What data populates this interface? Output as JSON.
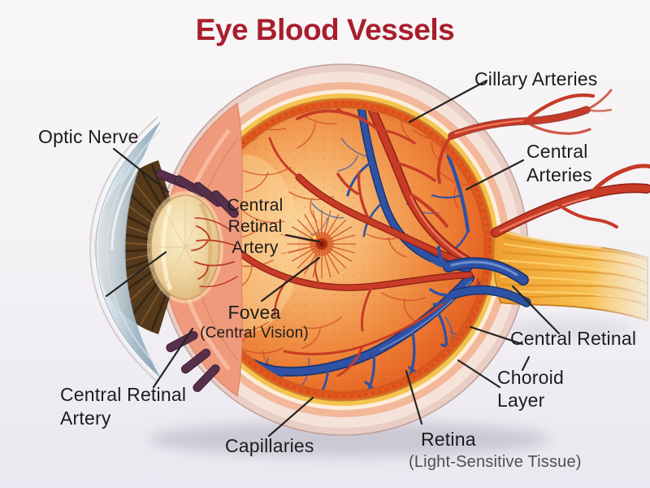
{
  "title": {
    "text": "Eye Blood Vessels",
    "color": "#a91e2d"
  },
  "labels": {
    "ciliary_arteries": "Cillary Arteries",
    "central_arteries": [
      "Central",
      "Arteries"
    ],
    "optic_nerve": "Optic Nerve",
    "central_retinal_artery_center": [
      "Central",
      "Retinal",
      "Artery"
    ],
    "fovea": [
      "Fovea",
      "(Central Vision)"
    ],
    "central_retinal_right": "Central Retinal",
    "choroid_layer": [
      "Choroid",
      "Layer"
    ],
    "central_retinal_artery_left": [
      "Central Retinal",
      "Artery"
    ],
    "capillaries": "Capillaries",
    "retina": [
      "Retina",
      "(Light-Sensitive Tissue)"
    ]
  },
  "colors": {
    "title_red": "#a91e2d",
    "label_text": "#1c1c1c",
    "caption_gray": "#4f4f4f",
    "artery_red": "#c43a26",
    "vein_blue": "#2f52a4",
    "retina_orange": "#ec8038",
    "choroid_ring": "#e05423",
    "sclera_pink": "#f3ded7",
    "optic_nerve_yellow": "#f2a93c",
    "lens_cream": "#f0d7a4",
    "cornea_blue": "#a9bfcf",
    "background": "#f4f2f5"
  }
}
